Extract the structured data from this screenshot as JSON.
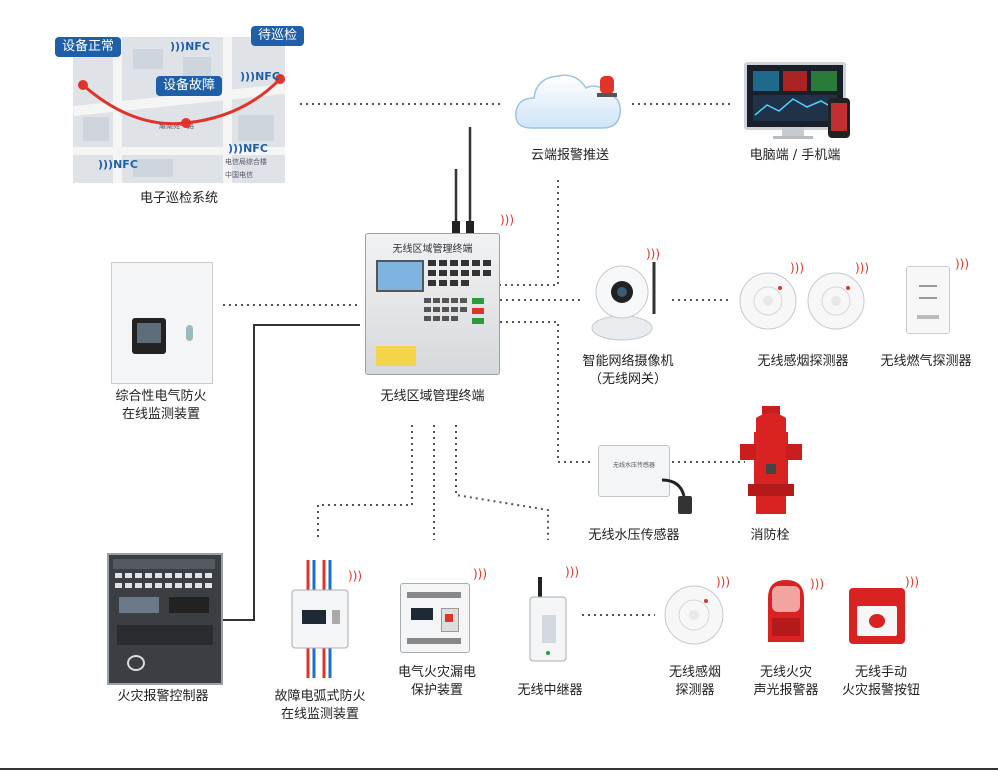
{
  "patrol": {
    "label": "电子巡检系统",
    "status_normal": "设备正常",
    "status_fault": "设备故障",
    "status_pending": "待巡检",
    "nfc": "NFC",
    "map_labels": [
      "设备故障",
      "耀南苑一路",
      "电信局综合楼",
      "中国电信"
    ]
  },
  "cloud": {
    "label": "云端报警推送"
  },
  "pc": {
    "label": "电脑端  /  手机端"
  },
  "terminal": {
    "label": "无线区域管理终端",
    "panel_title": "无线区域管理终端"
  },
  "electrical_monitor": {
    "label_line1": "综合性电气防火",
    "label_line2": "在线监测装置"
  },
  "camera": {
    "label_line1": "智能网络摄像机",
    "label_line2": "（无线网关）"
  },
  "smoke_detector_top": {
    "label": "无线感烟探测器"
  },
  "gas_detector": {
    "label": "无线燃气探测器"
  },
  "water_sensor": {
    "label": "无线水压传感器",
    "device_text": "无线水压传感器"
  },
  "hydrant": {
    "label": "消防栓"
  },
  "fire_controller": {
    "label": "火灾报警控制器"
  },
  "arc_monitor": {
    "label_line1": "故障电弧式防火",
    "label_line2": "在线监测装置"
  },
  "leakage": {
    "label_line1": "电气火灾漏电",
    "label_line2": "保护装置"
  },
  "repeater": {
    "label": "无线中继器"
  },
  "smoke_detector_bottom": {
    "label_line1": "无线感烟",
    "label_line2": "探测器"
  },
  "sound_light_alarm": {
    "label_line1": "无线火灾",
    "label_line2": "声光报警器"
  },
  "manual_button": {
    "label_line1": "无线手动",
    "label_line2": "火灾报警按钮"
  },
  "colors": {
    "accent_blue": "#1f5fa8",
    "alert_red": "#e0342b",
    "link_gray": "#555555"
  }
}
